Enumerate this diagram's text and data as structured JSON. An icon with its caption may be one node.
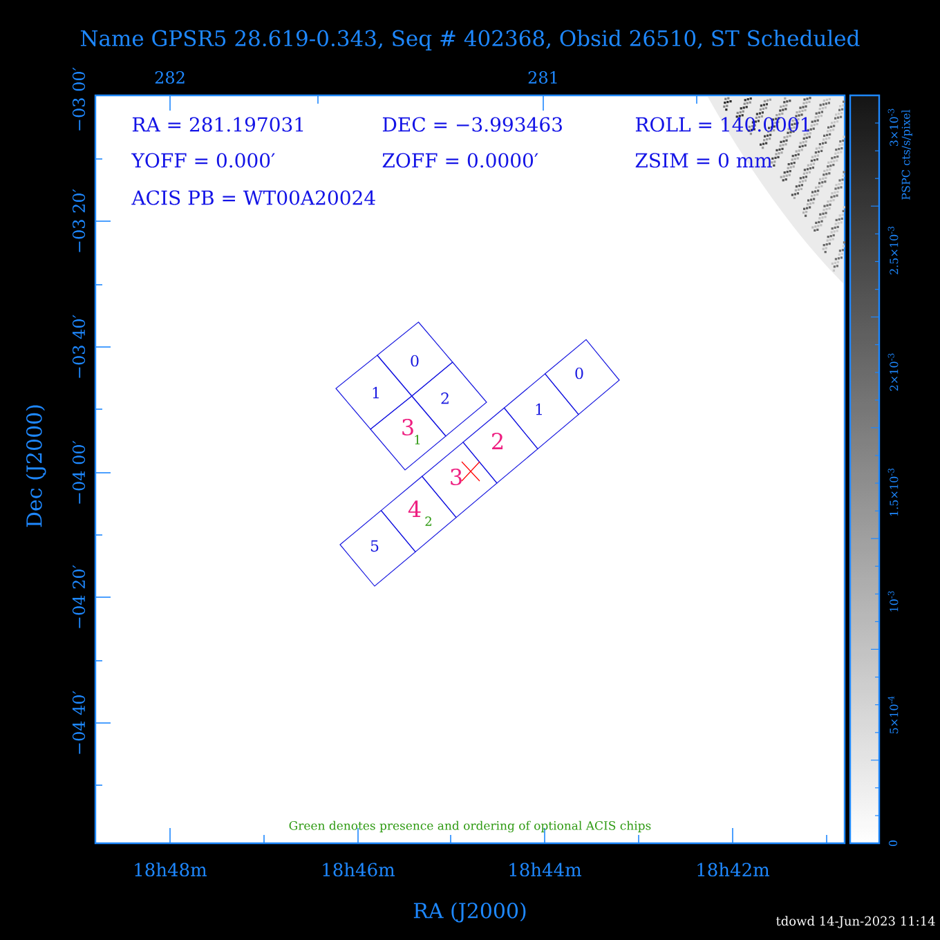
{
  "diagram": {
    "title": "Name GPSR5 28.619-0.343, Seq # 402368, Obsid 26510, ST Scheduled",
    "nodes": [
      {
        "text": [
          "0"
        ]
      },
      {
        "text": [
          "1"
        ]
      },
      {
        "text": [
          "2"
        ]
      },
      {
        "text": [
          "3",
          "1"
        ]
      },
      {
        "text": [
          "0"
        ]
      },
      {
        "text": [
          "1"
        ]
      },
      {
        "text": [
          "2"
        ]
      },
      {
        "text": [
          "3"
        ]
      },
      {
        "text": [
          "4",
          "2"
        ]
      },
      {
        "text": [
          "5"
        ]
      }
    ],
    "labels": [
      "RA = 281.197031",
      "DEC = −3.993463",
      "ROLL = 140.0001",
      "YOFF =    0.000′",
      "ZOFF =   0.0000′",
      "ZSIM = 0 mm",
      "ACIS PB = WT00A20024",
      "282",
      "281",
      "−03 00′",
      "−03 20′",
      "−03 40′",
      "−04 00′",
      "−04 20′",
      "−04 40′",
      "Dec (J2000)",
      "18h48m",
      "18h46m",
      "18h44m",
      "18h42m",
      "RA (J2000)",
      "3×10$^{-3}$",
      "2.5×10$^{-3}$",
      "2×10$^{-3}$",
      "1.5×10$^{-3}$",
      "10$^{-3}$",
      "5×10$^{-4}$",
      "0",
      "PSPC cts/s/pixel",
      "Green denotes presence and ordering of optional ACIS chips",
      "tdowd 14-Jun-2023 11:14"
    ]
  }
}
